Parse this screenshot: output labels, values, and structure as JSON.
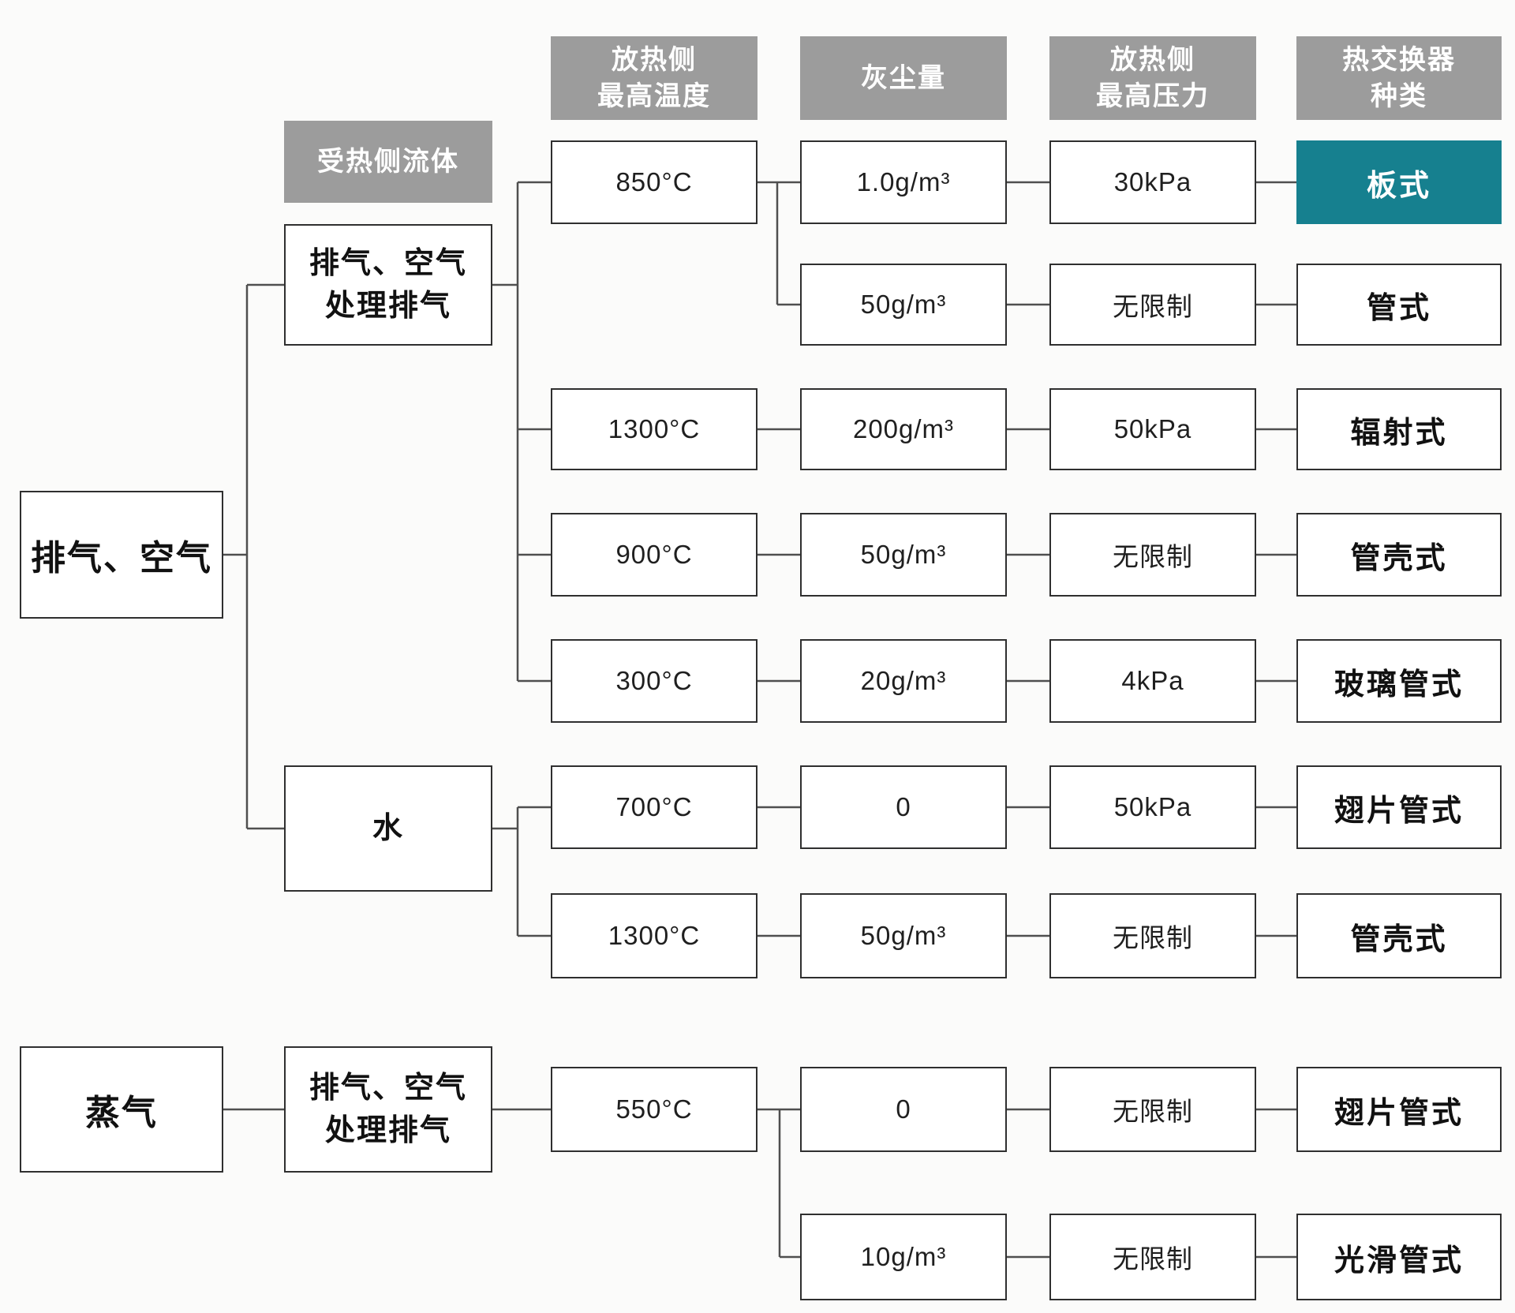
{
  "palette": {
    "canvas-bg": "#fbfbfa",
    "header-bg": "#9c9c9c",
    "header-text": "#ffffff",
    "accent-bg": "#16808f",
    "accent-text": "#ffffff",
    "box-border": "#2f2f2f",
    "line": "#4f4f4f",
    "text": "#1f1f1f"
  },
  "headers": [
    {
      "id": "max-temp-heat-release-side",
      "lines": [
        "放热侧",
        "最高温度"
      ]
    },
    {
      "id": "dust-amount",
      "lines": [
        "灰尘量"
      ]
    },
    {
      "id": "max-pressure-heat-release-side",
      "lines": [
        "放热侧",
        "最高压力"
      ]
    },
    {
      "id": "heat-exchanger-type",
      "lines": [
        "热交换器",
        "种类"
      ]
    }
  ],
  "shoulder": {
    "label": "受热侧流体"
  },
  "roots": [
    {
      "label": "排气、空气"
    },
    {
      "label": "蒸气"
    }
  ],
  "fluids": [
    {
      "lines": [
        "排气、空气",
        "处理排气"
      ]
    },
    {
      "lines": [
        "水"
      ]
    },
    {
      "lines": [
        "排气、空气",
        "处理排气"
      ]
    }
  ],
  "rows": [
    {
      "temp": "850°C",
      "dust": "1.0g/m³",
      "pressure": "30kPa",
      "type": "板式",
      "accent": true
    },
    {
      "dust": "50g/m³",
      "pressure": "无限制",
      "type": "管式"
    },
    {
      "temp": "1300°C",
      "dust": "200g/m³",
      "pressure": "50kPa",
      "type": "辐射式"
    },
    {
      "temp": "900°C",
      "dust": "50g/m³",
      "pressure": "无限制",
      "type": "管壳式"
    },
    {
      "temp": "300°C",
      "dust": "20g/m³",
      "pressure": "4kPa",
      "type": "玻璃管式"
    },
    {
      "temp": "700°C",
      "dust": "0",
      "pressure": "50kPa",
      "type": "翅片管式"
    },
    {
      "temp": "1300°C",
      "dust": "50g/m³",
      "pressure": "无限制",
      "type": "管壳式"
    },
    {
      "temp": "550°C",
      "dust": "0",
      "pressure": "无限制",
      "type": "翅片管式"
    },
    {
      "dust": "10g/m³",
      "pressure": "无限制",
      "type": "光滑管式"
    }
  ]
}
